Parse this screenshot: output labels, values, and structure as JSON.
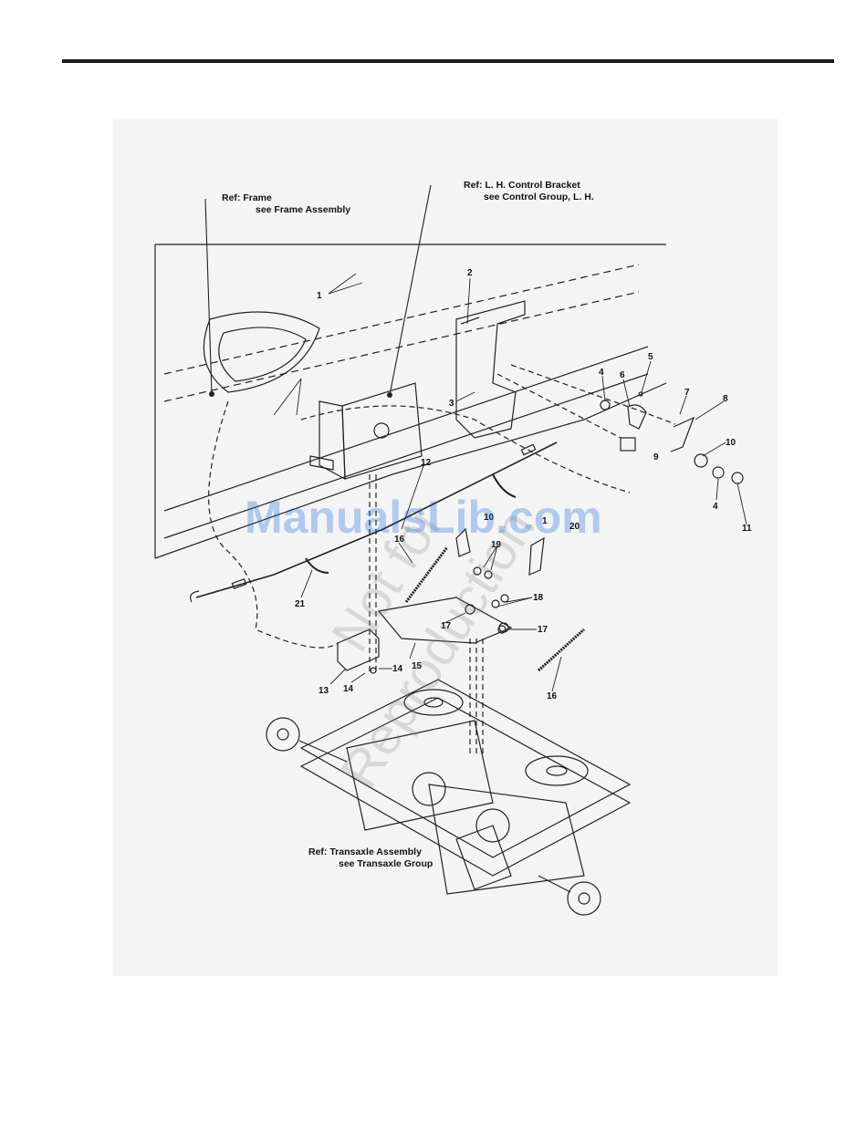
{
  "refs": {
    "frame_line1": "Ref: Frame",
    "frame_line2": "see Frame Assembly",
    "bracket_line1": "Ref: L. H. Control Bracket",
    "bracket_line2": "see Control Group, L. H.",
    "transaxle_line1": "Ref: Transaxle Assembly",
    "transaxle_line2": "see Transaxle Group"
  },
  "callouts": [
    "1",
    "2",
    "3",
    "4",
    "5",
    "6",
    "7",
    "8",
    "9",
    "10",
    "4",
    "11",
    "12",
    "10",
    "1",
    "20",
    "16",
    "19",
    "18",
    "17",
    "17",
    "21",
    "15",
    "16",
    "13",
    "14",
    "14"
  ],
  "watermarks": {
    "site": "ManualsLib.com",
    "line1": "Not for",
    "line2": "Reproduction"
  }
}
